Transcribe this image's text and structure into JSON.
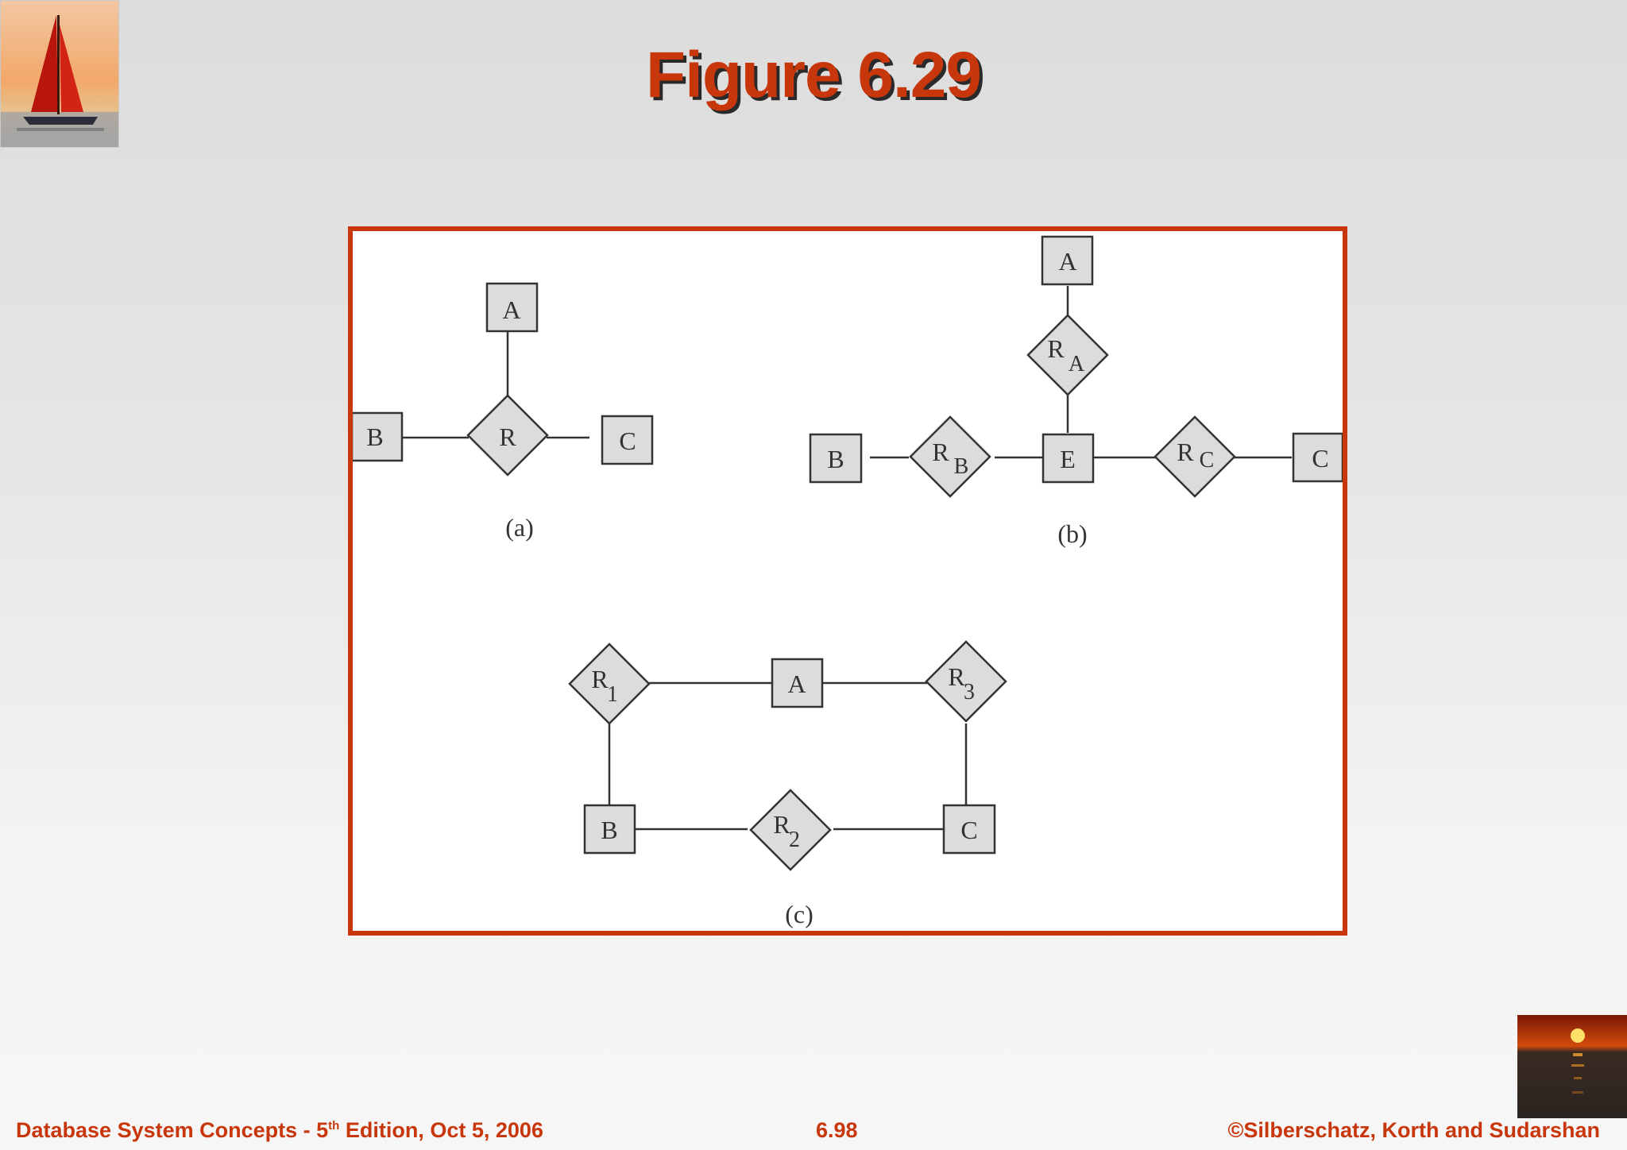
{
  "slide": {
    "title": "Figure 6.29"
  },
  "diagram": {
    "panels": [
      {
        "caption": "(a)",
        "entities": [
          "A",
          "B",
          "C"
        ],
        "relationships": [
          {
            "main": "R",
            "sub": ""
          }
        ]
      },
      {
        "caption": "(b)",
        "entities": [
          "A",
          "B",
          "E",
          "C"
        ],
        "relationships": [
          {
            "main": "R",
            "sub": "A"
          },
          {
            "main": "R",
            "sub": "B"
          },
          {
            "main": "R",
            "sub": "C"
          }
        ]
      },
      {
        "caption": "(c)",
        "entities": [
          "A",
          "B",
          "C"
        ],
        "relationships": [
          {
            "main": "R",
            "sub": "1"
          },
          {
            "main": "R",
            "sub": "2"
          },
          {
            "main": "R",
            "sub": "3"
          }
        ]
      }
    ]
  },
  "footer": {
    "left_pre": "Database System Concepts - 5",
    "left_sup": "th",
    "left_post": " Edition, Oct 5, 2006",
    "page": "6.98",
    "copyright": "©Silberschatz, Korth and Sudarshan"
  },
  "colors": {
    "accent": "#c8360c",
    "shape_fill": "#dcdcdc",
    "shape_stroke": "#333333"
  }
}
